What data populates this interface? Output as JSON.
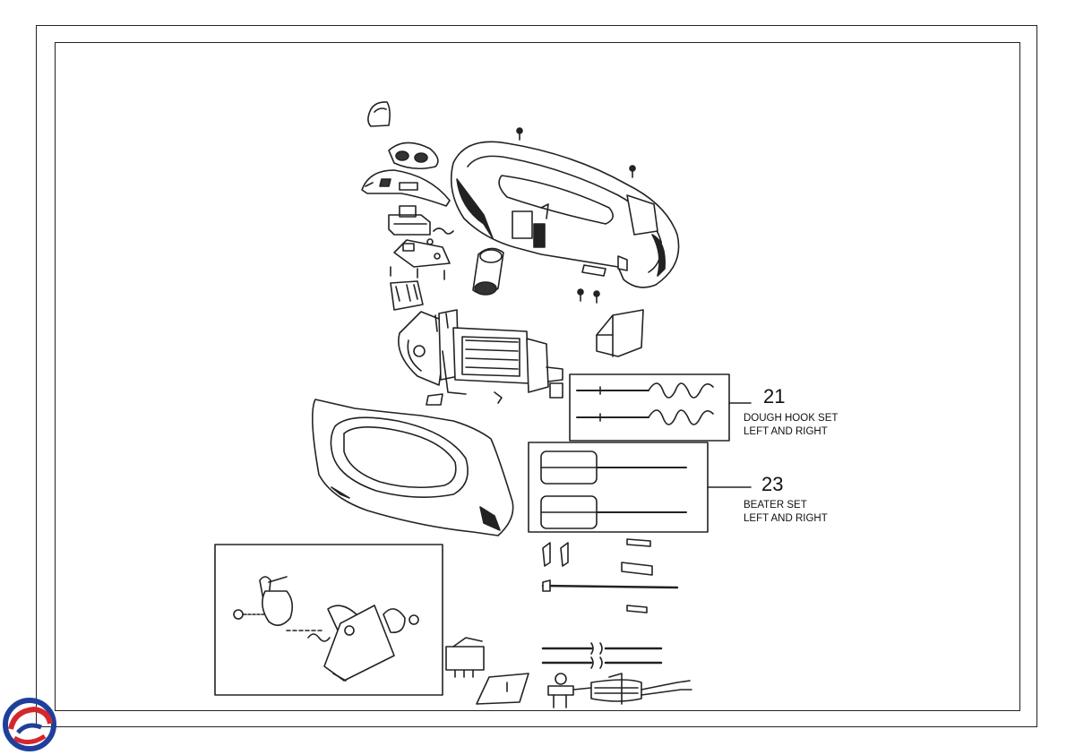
{
  "callouts": [
    {
      "id": "dough-hook",
      "number": "21",
      "line1": "DOUGH HOOK SET",
      "line2": "LEFT AND RIGHT"
    },
    {
      "id": "beater",
      "number": "23",
      "line1": "BEATER SET",
      "line2": "LEFT AND RIGHT"
    }
  ],
  "icons": {
    "logo": "brand-swirl-logo"
  },
  "colors": {
    "line": "#222222",
    "logo_blue": "#1e3f9b",
    "logo_red": "#d6262d"
  }
}
